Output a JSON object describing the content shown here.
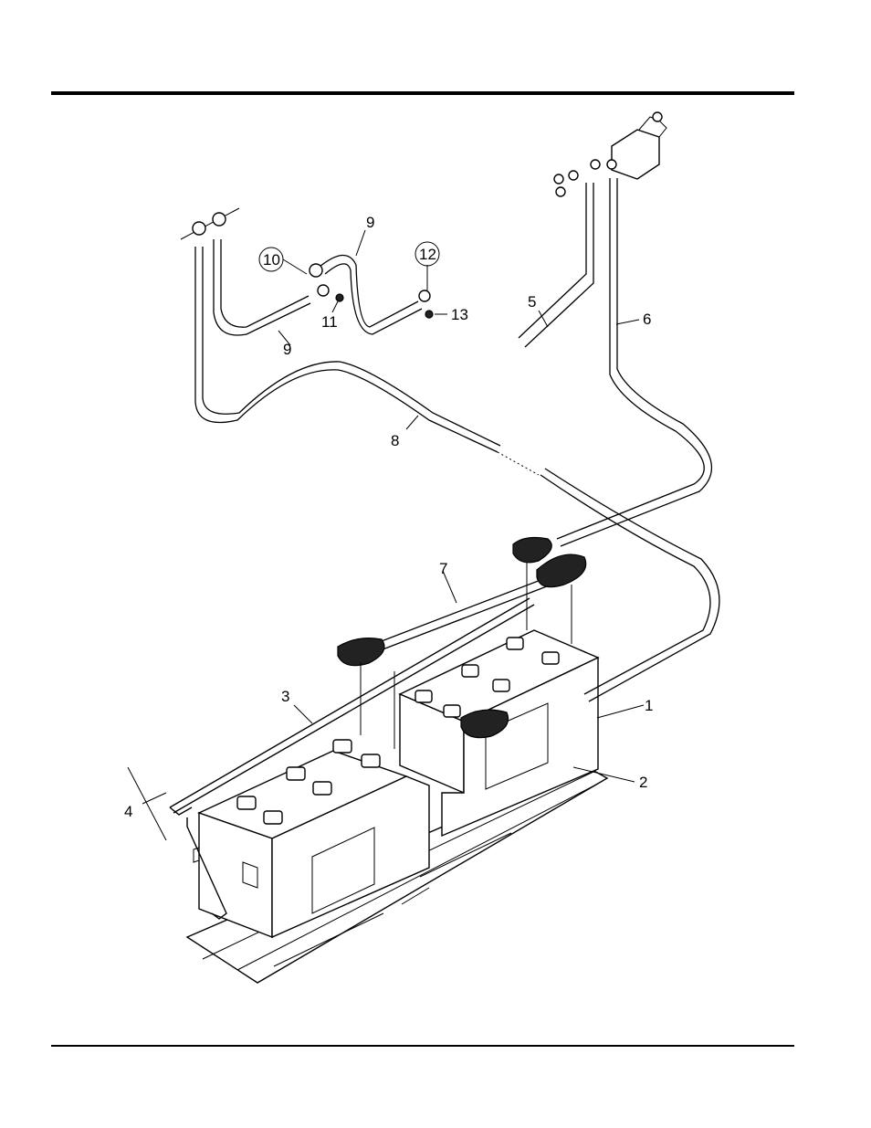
{
  "callouts": [
    {
      "id": "1",
      "label": "1"
    },
    {
      "id": "2",
      "label": "2"
    },
    {
      "id": "3",
      "label": "3"
    },
    {
      "id": "4",
      "label": "4"
    },
    {
      "id": "5",
      "label": "5"
    },
    {
      "id": "6",
      "label": "6"
    },
    {
      "id": "7",
      "label": "7"
    },
    {
      "id": "8",
      "label": "8"
    },
    {
      "id": "9a",
      "label": "9"
    },
    {
      "id": "9b",
      "label": "9"
    },
    {
      "id": "10",
      "label": "10"
    },
    {
      "id": "11",
      "label": "11"
    },
    {
      "id": "12",
      "label": "12"
    },
    {
      "id": "13",
      "label": "13"
    }
  ]
}
